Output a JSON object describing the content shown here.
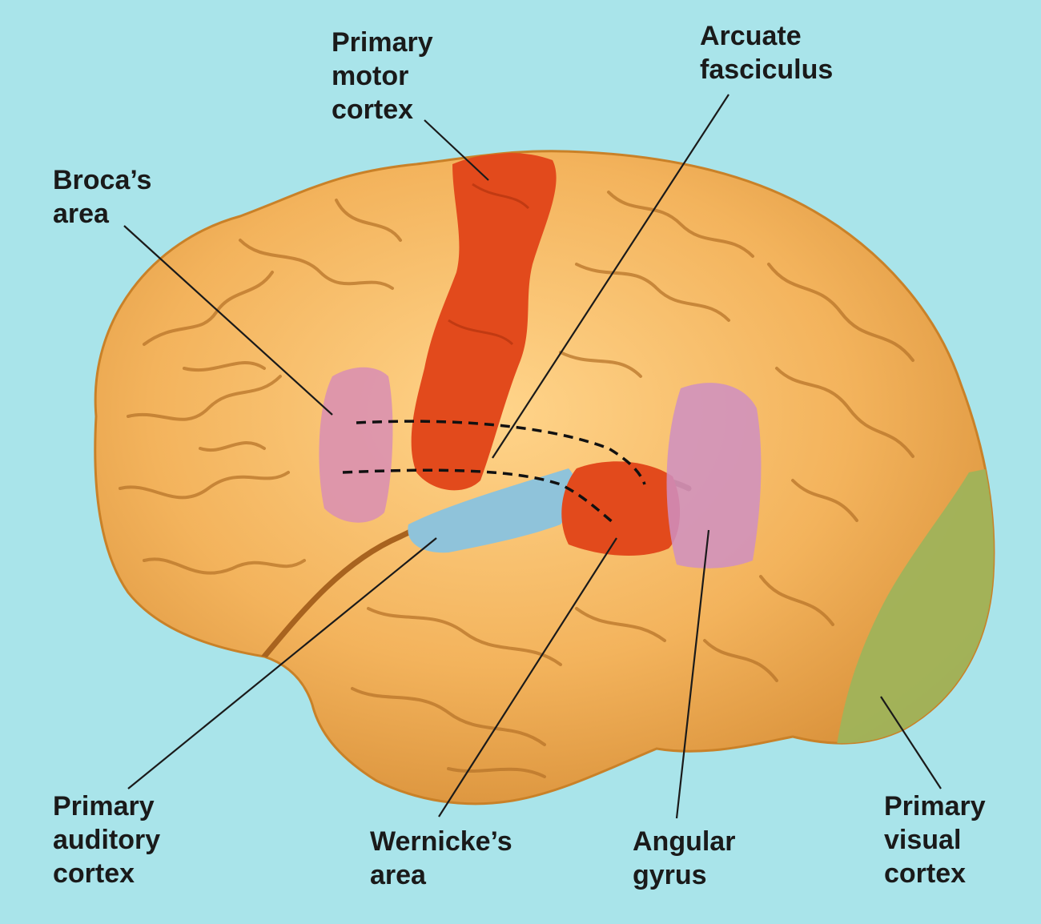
{
  "colors": {
    "background": "#a9e4ea",
    "brain": "#f3b35c",
    "brain_outline": "#c98128",
    "sulcus": "#b8752a",
    "motor_cortex": "#e24a1c",
    "brocas_area": "#d98fb2",
    "wernickes_area": "#e24a1c",
    "auditory_cortex": "#8fc3da",
    "angular_gyrus": "#cf8fc2",
    "visual_cortex": "#9fb35a",
    "leader_line": "#1a1a1a"
  },
  "labels": {
    "primary_motor_cortex": [
      "Primary",
      "motor",
      "cortex"
    ],
    "arcuate_fasciculus": [
      "Arcuate",
      "fasciculus"
    ],
    "brocas_area": [
      "Broca’s",
      "area"
    ],
    "primary_auditory_cortex": [
      "Primary",
      "auditory",
      "cortex"
    ],
    "wernickes_area": [
      "Wernicke’s",
      "area"
    ],
    "angular_gyrus": [
      "Angular",
      "gyrus"
    ],
    "primary_visual_cortex": [
      "Primary",
      "visual",
      "cortex"
    ]
  }
}
